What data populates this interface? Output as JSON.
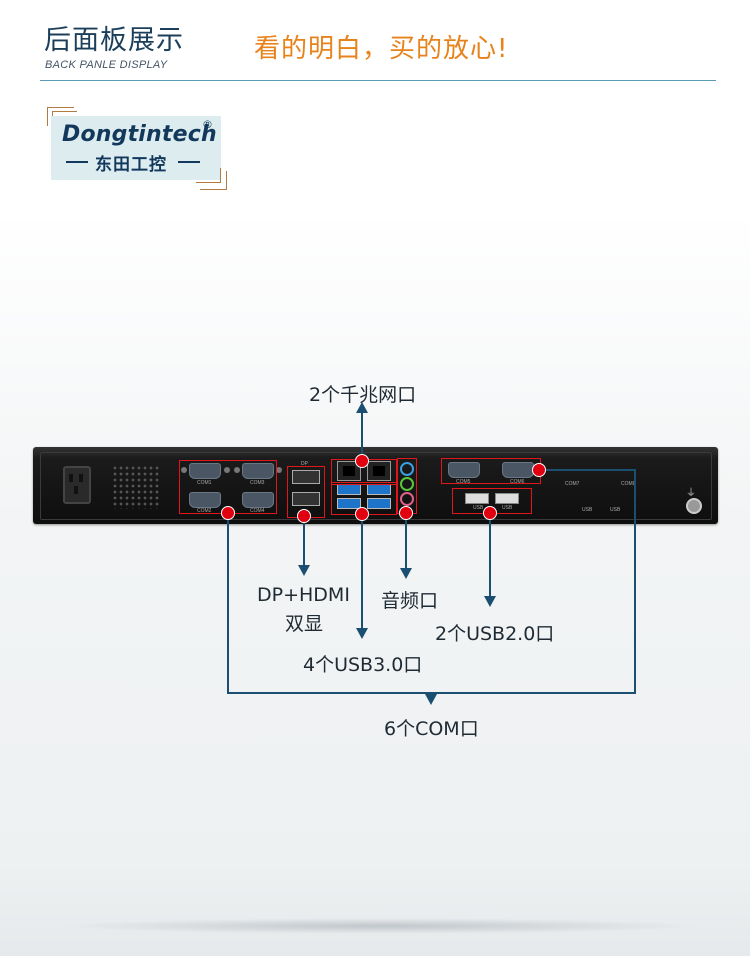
{
  "header": {
    "title": "后面板展示",
    "subtitle": "BACK PANLE DISPLAY",
    "slogan": "看的明白，买的放心!"
  },
  "logo": {
    "brand_en": "Dongtintech",
    "registered_mark": "®",
    "brand_cn": "东田工控"
  },
  "panel": {
    "port_labels": [
      "COM1",
      "COM3",
      "COM2",
      "COM4",
      "DP",
      "COM5",
      "COM6",
      "COM7",
      "COM8",
      "USB",
      "USB",
      "USB",
      "USB"
    ]
  },
  "callouts": {
    "lan": "2个千兆网口",
    "dp_hdmi_line1": "DP+HDMI",
    "dp_hdmi_line2": "双显",
    "audio": "音频口",
    "usb2": "2个USB2.0口",
    "usb3": "4个USB3.0口",
    "com": "6个COM口"
  },
  "colors": {
    "title": "#1b3f5a",
    "slogan": "#e8831c",
    "highlight": "#e0161a",
    "connector_line": "#1a4f72"
  }
}
